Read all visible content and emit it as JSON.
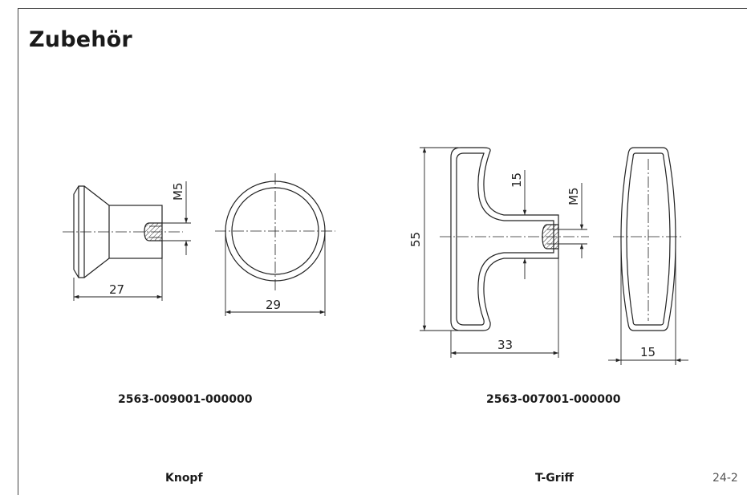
{
  "header": {
    "title": "Zubehör"
  },
  "parts": [
    {
      "article_number": "2563-009001-000000",
      "name": "Knopf",
      "dimensions": {
        "length": "27",
        "diameter": "29",
        "thread": "M5"
      }
    },
    {
      "article_number": "2563-007001-000000",
      "name": "T-Griff",
      "dimensions": {
        "height": "55",
        "width": "33",
        "stem": "15",
        "thread": "M5",
        "depth": "15"
      }
    }
  ],
  "footer": {
    "page_number": "24-2"
  }
}
